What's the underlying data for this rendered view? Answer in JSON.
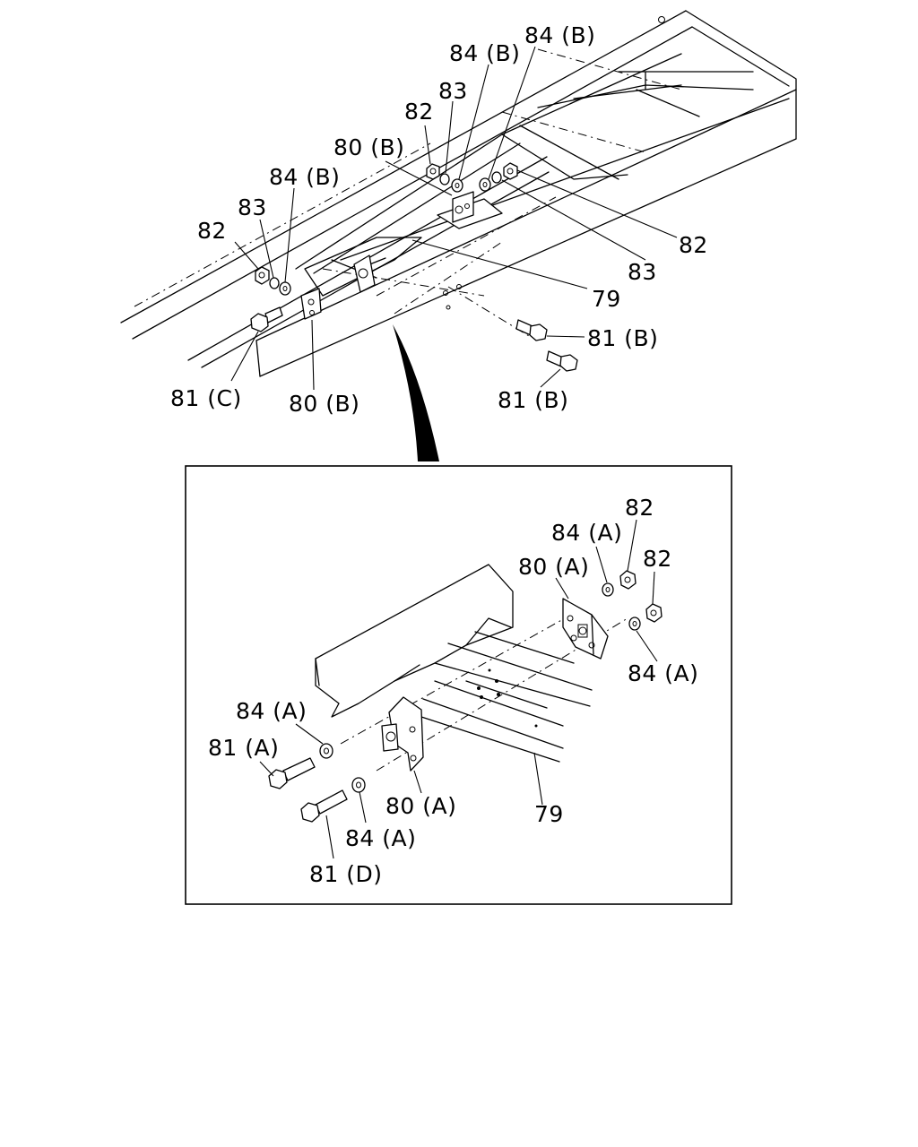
{
  "labels": {
    "top": {
      "l_84b_a": "84 (B)",
      "l_84b_b": "84 (B)",
      "l_83_a": "83",
      "l_82_a": "82",
      "l_80b_a": "80 (B)",
      "l_84b_c": "84 (B)",
      "l_83_b": "83",
      "l_82_b": "82",
      "l_82_c": "82",
      "l_83_c": "83",
      "l_79": "79",
      "l_81b_a": "81 (B)",
      "l_81c": "81 (C)",
      "l_80b_b": "80 (B)",
      "l_81b_b": "81 (B)"
    },
    "detail": {
      "l_82_d": "82",
      "l_84a_a": "84 (A)",
      "l_82_e": "82",
      "l_80a_a": "80 (A)",
      "l_84a_b": "84 (A)",
      "l_84a_c": "84 (A)",
      "l_81a": "81 (A)",
      "l_80a_b": "80 (A)",
      "l_84a_d": "84 (A)",
      "l_79": "79",
      "l_81d": "81 (D)"
    }
  }
}
